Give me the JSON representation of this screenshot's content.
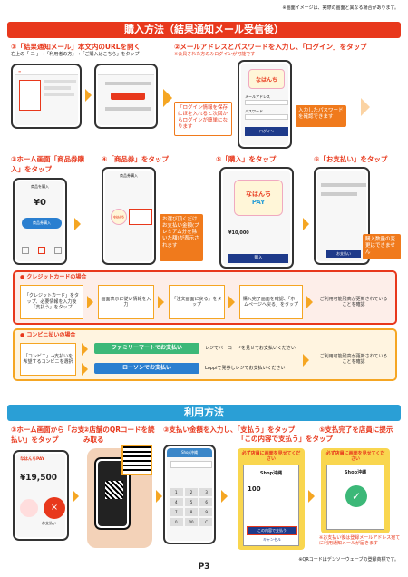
{
  "header_note": "※画面イメージは、実際の画面と異なる場合があります。",
  "purchase": {
    "title": "購入方法（結果通知メール受信後）",
    "step1": {
      "title": "①「結果通知メール」本文内のURLを開く",
      "sub": "右上の「 三 」→「利用者の方」→「ご購入はこちら」をタップ"
    },
    "step2": {
      "title": "②メールアドレスとパスワードを入力し、「ログイン」をタップ",
      "sub": "※会員された方のみログインが可能です",
      "note_left": "「ログイン情報を保存にほを入れると次回からログインが簡単になります",
      "note_right": "入力したパスワードを確認できます",
      "login_label": "ログイン",
      "mail_label": "メールアドレス",
      "pass_label": "パスワード"
    },
    "step3": {
      "title": "③ホーム画面「商品券購入」をタップ",
      "header": "商品を購入",
      "balance": "¥0",
      "btn": "商品券購入"
    },
    "step4": {
      "title": "④「商品券」をタップ",
      "header": "商品券購入",
      "note": "お選び頂くだけお支払い金額(プレミアム分を除いた額)が表示されます"
    },
    "step5": {
      "title": "⑤「購入」をタップ",
      "amount": "¥10,000",
      "btn": "購入"
    },
    "step6": {
      "title": "⑥「お支払い」をタップ",
      "note": "購入数量の変更はできません",
      "btn": "お支払い"
    }
  },
  "logo": {
    "top": "なはんち",
    "bottom": "PAY"
  },
  "credit": {
    "title": "クレジットカードの場合",
    "boxes": [
      "「クレジットカード」をタップ、必要情報を入力後「支払う」をタップ",
      "画面表示に従い情報を入力",
      "「注文画面に戻る」をタップ",
      "購入完了画面を確認、「ホームページへ戻る」をタップ",
      "ご利用可能残高が更新されていることを確認"
    ]
  },
  "convenience": {
    "title": "コンビニ払いの場合",
    "left": "「コンビニ」→支払いを希望するコンビニを選択",
    "family": "ファミリーマートでお支払い",
    "family_note": "レジでバーコードを見せてお支払いください",
    "lawson": "ローソンでお支払い",
    "lawson_note": "Loppiで発券しレジでお支払いください",
    "result": "ご利用可能残高が更新されていることを確認"
  },
  "usage": {
    "title": "利用方法",
    "step1": {
      "title": "①ホーム画面から「お支払い」をタップ",
      "app": "なはんちPAY",
      "amount": "¥19,500",
      "pay": "お支払い"
    },
    "step2": {
      "title": "②店舗のQRコードを読み取る"
    },
    "step3": {
      "title": "③支払い金額を入力し、「支払う」をタップ",
      "shop": "Shop沖縄",
      "keys": [
        "1",
        "2",
        "3",
        "4",
        "5",
        "6",
        "7",
        "8",
        "9",
        "0",
        "00",
        "C"
      ]
    },
    "step4": {
      "title": "「この内容で支払う」をタップ",
      "warn": "必ず店員に画面を見せてください",
      "shop": "Shop沖縄",
      "amount": "100",
      "confirm": "この内容で支払う",
      "cancel": "キャンセル"
    },
    "step5": {
      "title": "⑤支払完了を店員に提示",
      "warn": "必ず店員に画面を見せてください",
      "shop": "Shop沖縄",
      "note": "※お支払い後は登録メールアドレス宛てに利用通知メールが届きます"
    }
  },
  "footer": {
    "qr_note": "※QRコードはデンソーウェーブの登録商標です。",
    "page": "P3"
  },
  "colors": {
    "red": "#e8381c",
    "orange": "#f5a623",
    "blue": "#2a9fd6",
    "green": "#3cb878"
  }
}
